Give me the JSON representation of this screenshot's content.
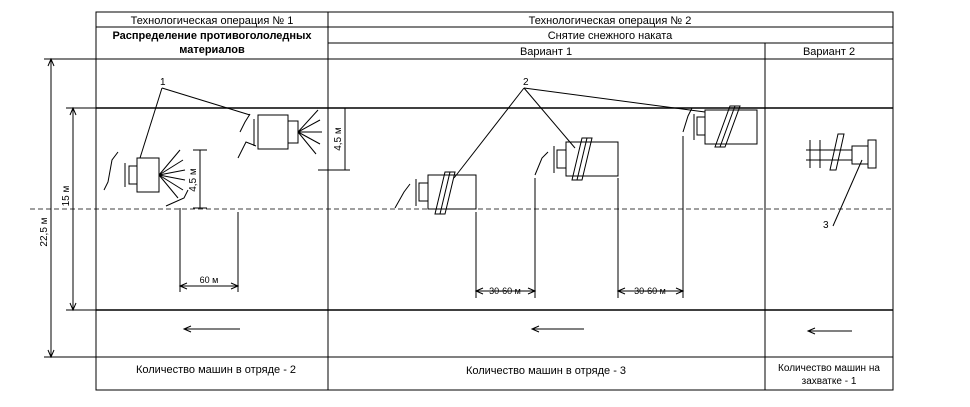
{
  "header": {
    "op1_title": "Технологическая операция № 1",
    "op1_subtitle_line1": "Распределение противогололедных",
    "op1_subtitle_line2": "материалов",
    "op2_title": "Технологическая операция № 2",
    "op2_subtitle": "Снятие снежного наката",
    "variant1": "Вариант 1",
    "variant2": "Вариант 2"
  },
  "dimensions": {
    "road_total": "22,5 м",
    "carriageway": "15 м",
    "spread_width_1": "4,5 м",
    "spread_width_2": "4,5 м",
    "gap_op1": "60 м",
    "gap_v1_a": "30-60 м",
    "gap_v1_b": "30-60 м"
  },
  "callouts": {
    "c1": "1",
    "c2": "2",
    "c3": "3"
  },
  "footer": {
    "count_op1": "Количество машин в отряде - 2",
    "count_v1": "Количество машин в отряде - 3",
    "count_v2_line1": "Количество машин на",
    "count_v2_line2": "захватке - 1"
  }
}
